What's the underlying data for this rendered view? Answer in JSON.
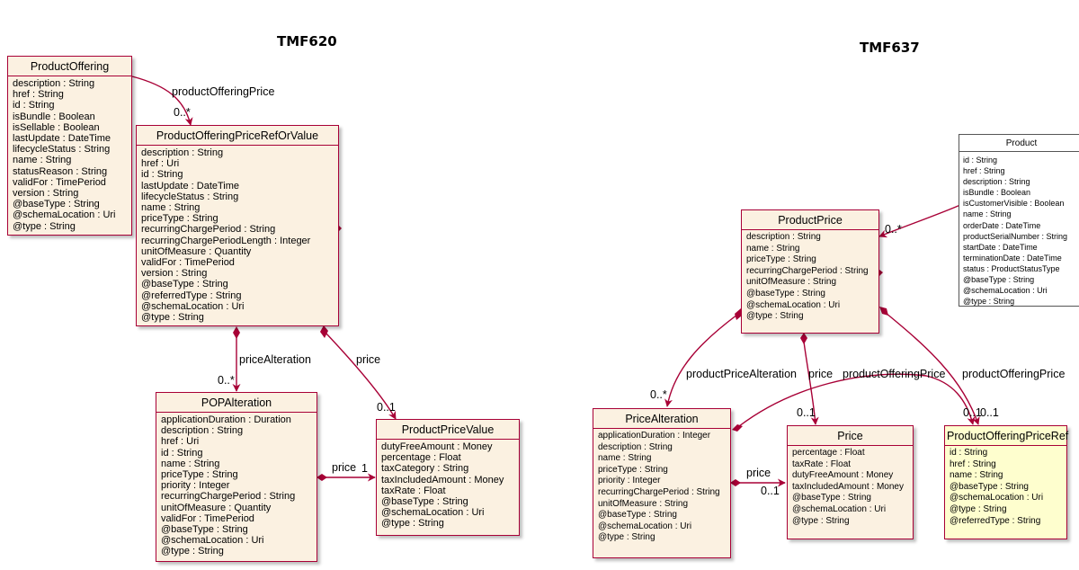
{
  "titles": {
    "left": "TMF620",
    "right": "TMF637"
  },
  "classes": {
    "productOffering": {
      "name": "ProductOffering",
      "attrs": [
        "description : String",
        "href : String",
        "id : String",
        "isBundle : Boolean",
        "isSellable : Boolean",
        "lastUpdate : DateTime",
        "lifecycleStatus : String",
        "name : String",
        "statusReason : String",
        "validFor : TimePeriod",
        "version : String",
        "@baseType : String",
        "@schemaLocation : Uri",
        "@type : String"
      ]
    },
    "popRefOrValue": {
      "name": "ProductOfferingPriceRefOrValue",
      "attrs": [
        "description : String",
        "href : Uri",
        "id : String",
        "lastUpdate : DateTime",
        "lifecycleStatus : String",
        "name : String",
        "priceType : String",
        "recurringChargePeriod : String",
        "recurringChargePeriodLength : Integer",
        "unitOfMeasure : Quantity",
        "validFor : TimePeriod",
        "version : String",
        "@baseType : String",
        "@referredType : String",
        "@schemaLocation : Uri",
        "@type : String"
      ]
    },
    "popAlteration": {
      "name": "POPAlteration",
      "attrs": [
        "applicationDuration : Duration",
        "description : String",
        "href : Uri",
        "id : String",
        "name : String",
        "priceType : String",
        "priority : Integer",
        "recurringChargePeriod : String",
        "unitOfMeasure : Quantity",
        "validFor : TimePeriod",
        "@baseType : String",
        "@schemaLocation : Uri",
        "@type : String"
      ]
    },
    "productPriceValue": {
      "name": "ProductPriceValue",
      "attrs": [
        "dutyFreeAmount : Money",
        "percentage : Float",
        "taxCategory : String",
        "taxIncludedAmount : Money",
        "taxRate : Float",
        "@baseType : String",
        "@schemaLocation : Uri",
        "@type : String"
      ]
    },
    "product": {
      "name": "Product",
      "attrs": [
        "id : String",
        "href : String",
        "description : String",
        "isBundle : Boolean",
        "isCustomerVisible : Boolean",
        "name : String",
        "orderDate : DateTime",
        "productSerialNumber : String",
        "startDate : DateTime",
        "terminationDate : DateTime",
        "status : ProductStatusType",
        "@baseType : String",
        "@schemaLocation : Uri",
        "@type : String"
      ]
    },
    "productPrice": {
      "name": "ProductPrice",
      "attrs": [
        "description : String",
        "name : String",
        "priceType : String",
        "recurringChargePeriod : String",
        "unitOfMeasure : String",
        "@baseType : String",
        "@schemaLocation : Uri",
        "@type : String"
      ]
    },
    "priceAlteration": {
      "name": "PriceAlteration",
      "attrs": [
        "applicationDuration : Integer",
        "description : String",
        "name : String",
        "priceType : String",
        "priority : Integer",
        "recurringChargePeriod : String",
        "unitOfMeasure : String",
        "@baseType : String",
        "@schemaLocation : Uri",
        "@type : String"
      ]
    },
    "price": {
      "name": "Price",
      "attrs": [
        "percentage : Float",
        "taxRate : Float",
        "dutyFreeAmount : Money",
        "taxIncludedAmount : Money",
        "@baseType : String",
        "@schemaLocation : Uri",
        "@type : String"
      ]
    },
    "popRef": {
      "name": "ProductOfferingPriceRef",
      "attrs": [
        "id : String",
        "href : String",
        "name : String",
        "@baseType : String",
        "@schemaLocation : Uri",
        "@type : String",
        "@referredType : String"
      ]
    }
  },
  "edges": {
    "po_to_pop": {
      "label": "productOfferingPrice",
      "mult": "0..*"
    },
    "pop_priceAlteration": {
      "label": "priceAlteration",
      "mult": "0..*"
    },
    "pop_price": {
      "label": "price",
      "mult": "0..1"
    },
    "popalt_price": {
      "label": "price",
      "mult": "1"
    },
    "product_pp": {
      "mult": "0..*"
    },
    "pp_pa": {
      "label": "productPriceAlteration",
      "mult": "0..*"
    },
    "pp_price": {
      "label": "price",
      "mult": "0..1"
    },
    "pa_popref": {
      "label": "productOfferingPrice",
      "mult": "0..1"
    },
    "pp_popref": {
      "label": "productOfferingPrice",
      "mult": "0..1"
    },
    "pa_price": {
      "label": "price",
      "mult": "0..1"
    }
  },
  "colors": {
    "border": "#a80036",
    "fill": "#fbf1e1",
    "refFill": "#fefece"
  }
}
